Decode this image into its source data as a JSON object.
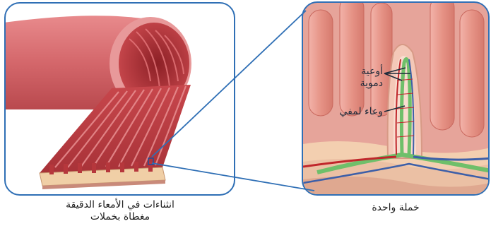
{
  "left_panel": {
    "caption_line1": "انثناءات في الأمعاء الدقيقة",
    "caption_line2": "مغطاة بخملات"
  },
  "right_panel": {
    "caption": "خملة واحدة",
    "labels": {
      "blood_vessels_line1": "أوعية",
      "blood_vessels_line2": "دموية",
      "lymph_vessel": "وعاء لمفي"
    }
  },
  "colors": {
    "frame": "#2f6fb5",
    "intestine_outer": "#d96a6e",
    "intestine_inner": "#b23a3e",
    "villus_bg": "#e6a49a",
    "lymph": "#6fbf6a",
    "blood_red": "#c0262b",
    "blood_blue": "#3d5fa8"
  }
}
